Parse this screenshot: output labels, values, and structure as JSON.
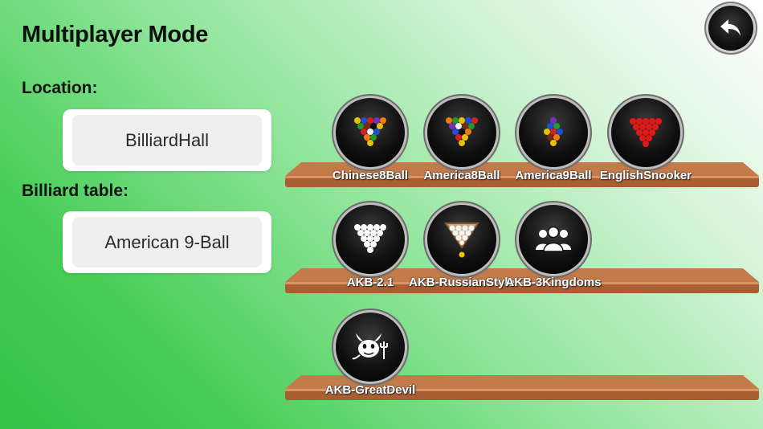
{
  "header": {
    "title": "Multiplayer Mode"
  },
  "location": {
    "label": "Location:",
    "value": "BilliardHall"
  },
  "table": {
    "label": "Billiard table:",
    "value": "American 9-Ball"
  },
  "back": {
    "icon": "back-arrow-icon"
  },
  "shelves": [
    {
      "games": [
        {
          "name": "Chinese8Ball",
          "icon": "triangle-8ball-rack-icon"
        },
        {
          "name": "America8Ball",
          "icon": "triangle-8ball-rack-icon"
        },
        {
          "name": "America9Ball",
          "icon": "diamond-9ball-rack-icon"
        },
        {
          "name": "EnglishSnooker",
          "icon": "red-snooker-rack-icon"
        }
      ]
    },
    {
      "games": [
        {
          "name": "AKB-2.1",
          "icon": "white-rack-icon"
        },
        {
          "name": "AKB-RussianStyle",
          "icon": "russian-rack-icon"
        },
        {
          "name": "AKB-3Kingdoms",
          "icon": "three-people-icon"
        }
      ]
    },
    {
      "games": [
        {
          "name": "AKB-GreatDevil",
          "icon": "devil-icon"
        }
      ]
    }
  ],
  "colors": {
    "accent": "#32c246",
    "shelf": "#b0683a"
  }
}
